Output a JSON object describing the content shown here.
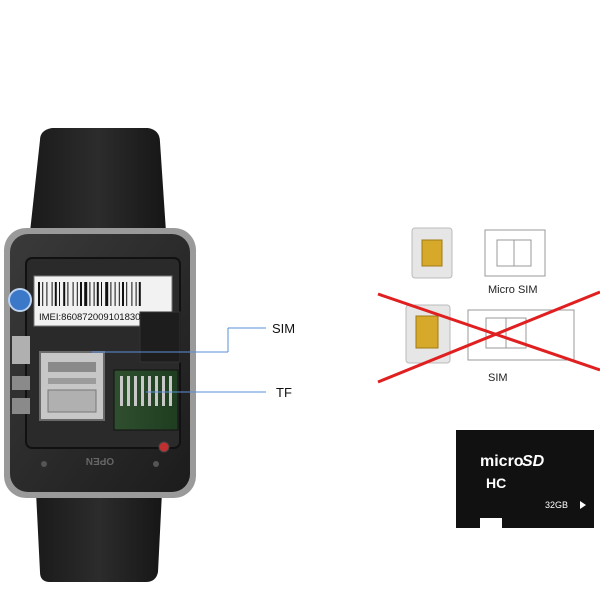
{
  "watch": {
    "imei_label": "IMEI:860872009101830",
    "open_label": "OPEN"
  },
  "callouts": {
    "sim_label": "SIM",
    "tf_label": "TF"
  },
  "sim_cards": {
    "micro_sim_label": "Micro SIM",
    "sim_label": "SIM",
    "cross_color": "#e02020"
  },
  "sd_card": {
    "brand_top": "micro",
    "brand_sd": "SD",
    "brand_hc": "HC",
    "capacity": "32GB"
  }
}
